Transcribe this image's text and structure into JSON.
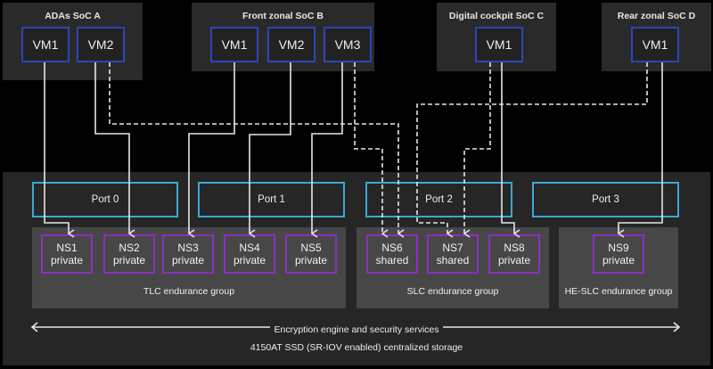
{
  "socs": [
    {
      "title": "ADAs SoC A",
      "vms": [
        "VM1",
        "VM2"
      ]
    },
    {
      "title": "Front zonal SoC B",
      "vms": [
        "VM1",
        "VM2",
        "VM3"
      ]
    },
    {
      "title": "Digital cockpit SoC C",
      "vms": [
        "VM1"
      ]
    },
    {
      "title": "Rear zonal SoC D",
      "vms": [
        "VM1"
      ]
    }
  ],
  "ports": [
    "Port 0",
    "Port 1",
    "Port 2",
    "Port 3"
  ],
  "endurance_groups": [
    {
      "label": "TLC endurance group",
      "namespaces": [
        {
          "name": "NS1",
          "type": "private"
        },
        {
          "name": "NS2",
          "type": "private"
        },
        {
          "name": "NS3",
          "type": "private"
        },
        {
          "name": "NS4",
          "type": "private"
        },
        {
          "name": "NS5",
          "type": "private"
        }
      ]
    },
    {
      "label": "SLC endurance group",
      "namespaces": [
        {
          "name": "NS6",
          "type": "shared"
        },
        {
          "name": "NS7",
          "type": "shared"
        },
        {
          "name": "NS8",
          "type": "private"
        }
      ]
    },
    {
      "label": "HE-SLC endurance group",
      "namespaces": [
        {
          "name": "NS9",
          "type": "private"
        }
      ]
    }
  ],
  "encryption_label": "Encryption engine and security services",
  "storage_label": "4150AT SSD (SR-IOV enabled) centralized storage",
  "colors": {
    "vm_border": "#2c45b8",
    "port_border": "#3aa9d3",
    "ns_border": "#8b30bf",
    "connector": "#e6e6e6"
  },
  "connections": [
    {
      "from": "SoC A VM1",
      "to": "NS1",
      "style": "solid"
    },
    {
      "from": "SoC A VM2",
      "to": "NS2",
      "style": "solid"
    },
    {
      "from": "SoC A VM2",
      "to": "NS6",
      "style": "dashed"
    },
    {
      "from": "SoC B VM1",
      "to": "NS3",
      "style": "solid"
    },
    {
      "from": "SoC B VM2",
      "to": "NS4",
      "style": "solid"
    },
    {
      "from": "SoC B VM3",
      "to": "NS5",
      "style": "solid"
    },
    {
      "from": "SoC B VM3",
      "to": "NS6",
      "style": "dashed"
    },
    {
      "from": "SoC C VM1",
      "to": "NS7",
      "style": "dashed"
    },
    {
      "from": "SoC C VM1",
      "to": "NS8",
      "style": "solid"
    },
    {
      "from": "SoC D VM1",
      "to": "NS7",
      "style": "dashed"
    },
    {
      "from": "SoC D VM1",
      "to": "NS9",
      "style": "solid"
    }
  ]
}
